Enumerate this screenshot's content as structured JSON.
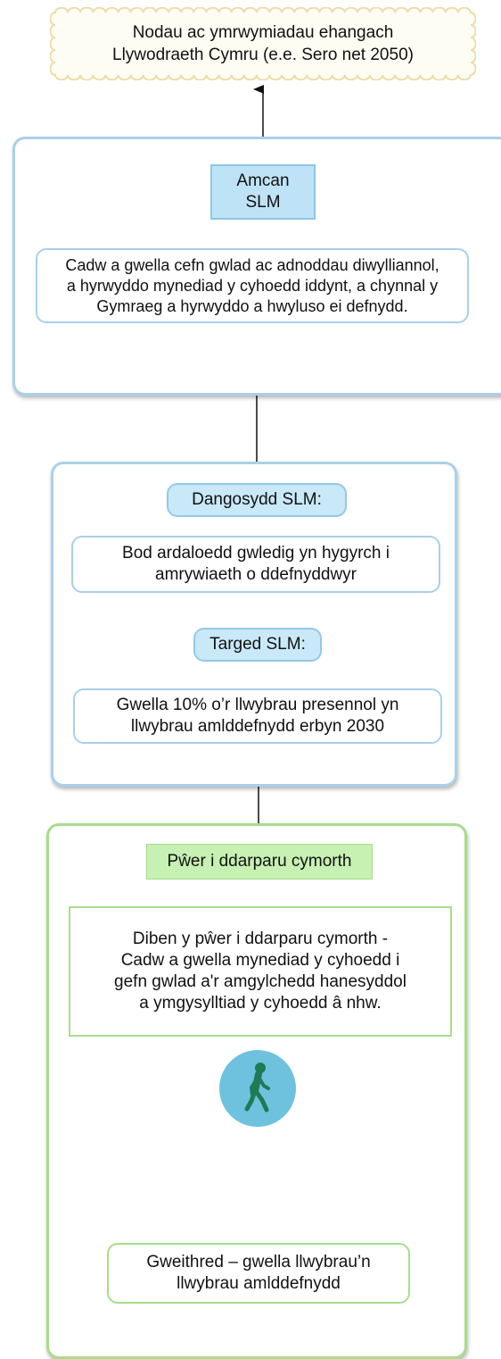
{
  "goal": {
    "text": "Nodau ac ymrwymiadau ehangach\nLlywodraeth Cymru (e.e. Sero net 2050)"
  },
  "objective": {
    "header": "Amcan\nSLM",
    "text": "Cadw a gwella cefn gwlad ac adnoddau diwylliannol,\na hyrwyddo mynediad y cyhoedd iddynt, a chynnal y\nGymraeg a hyrwyddo a hwyluso ei defnydd."
  },
  "indicator": {
    "header": "Dangosydd SLM:",
    "text": "Bod ardaloedd gwledig yn hygyrch i\namrywiaeth o ddefnyddwyr"
  },
  "target": {
    "header": "Targed SLM:",
    "text": "Gwella 10% o’r llwybrau presennol yn\nllwybrau amlddefnydd erbyn 2030"
  },
  "power": {
    "header": "Pŵer i ddarparu cymorth",
    "text": "Diben y pŵer i ddarparu cymorth -\nCadw a gwella mynediad y cyhoedd i\ngefn gwlad a'r amgylchedd hanesyddol\na ymgysylltiad y cyhoedd â nhw.",
    "icon": "walking-person-icon"
  },
  "action": {
    "text": "Gweithred – gwella llwybrau’n\nllwybrau amlddefnydd"
  },
  "colors": {
    "blue_border": "#a9d0ea",
    "blue_fill": "#bfe3f6",
    "green_border": "#a8dd8b",
    "green_fill": "#c7f0b3",
    "cloud_fill": "#fefdf3",
    "cloud_border": "#ecdcaa",
    "icon_circle": "#6fc2dd",
    "icon_figure": "#1f7a55"
  }
}
